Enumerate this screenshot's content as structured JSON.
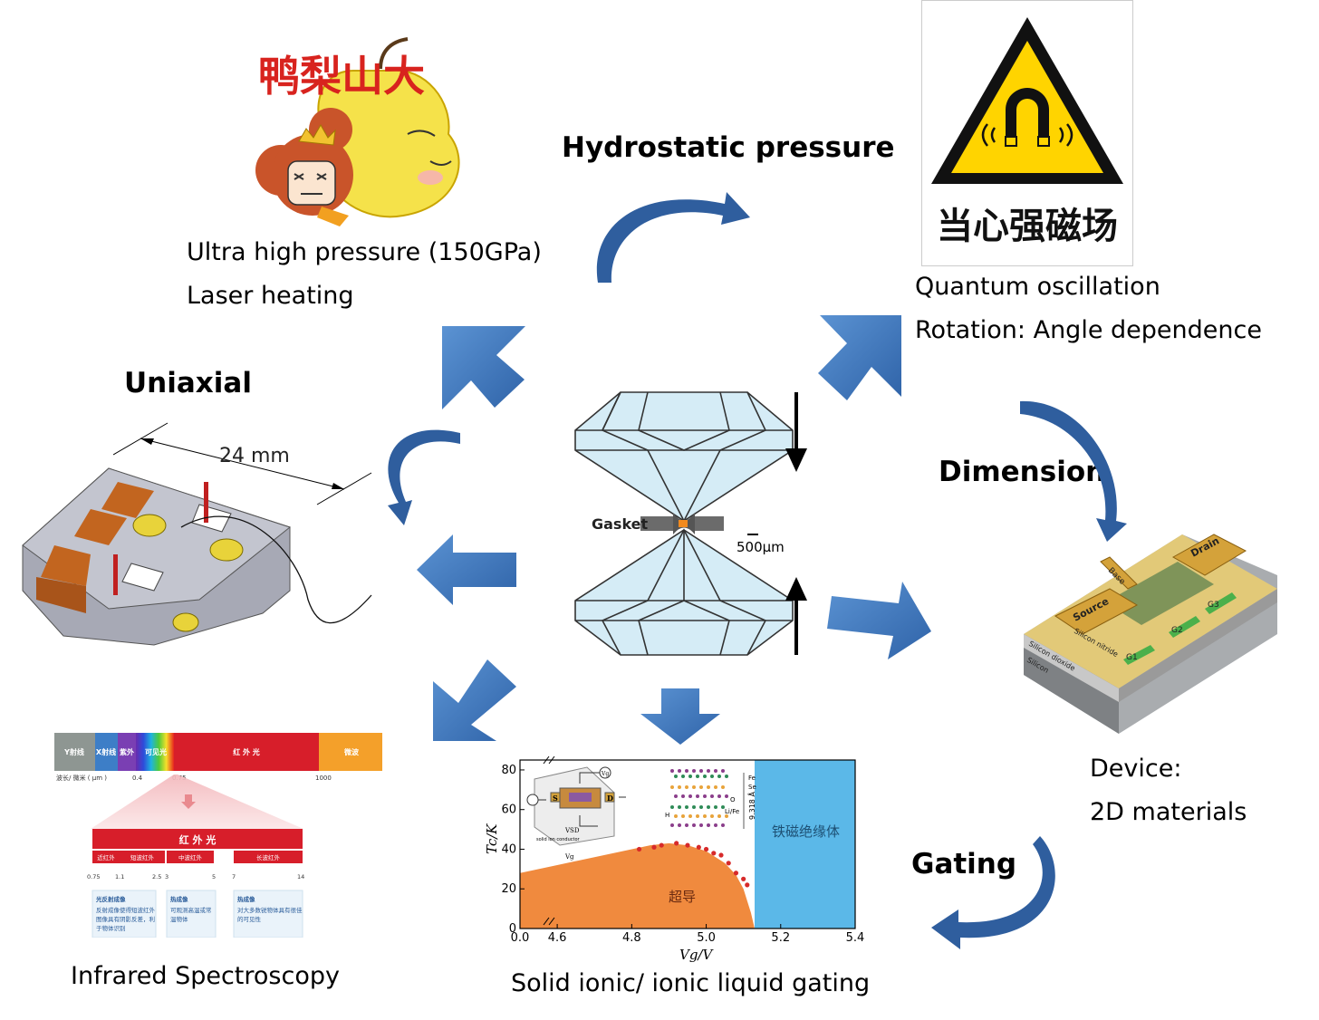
{
  "labels": {
    "hydrostatic": "Hydrostatic pressure",
    "ultra_high": "Ultra high pressure (150GPa)",
    "laser": "Laser heating",
    "quantum": "Quantum oscillation",
    "rotation": "Rotation: Angle dependence",
    "uniaxial": "Uniaxial",
    "dimension": "Dimension",
    "device": "Device:",
    "materials_2d": "2D materials",
    "gating": "Gating",
    "infrared": "Infrared Spectroscopy",
    "solid_ionic": "Solid ionic/ ionic liquid gating"
  },
  "cartoon": {
    "text": "鸭梨山大"
  },
  "warning_sign": {
    "text": "当心强磁场"
  },
  "diamond_anvil": {
    "gasket": "Gasket",
    "scale": "500μm"
  },
  "uniaxial_cell": {
    "dimension": "24 mm"
  },
  "device": {
    "drain": "Drain",
    "source": "Source",
    "base": "Base",
    "g1": "G1",
    "g2": "G2",
    "g3": "G3",
    "si_dioxide": "Silicon dioxide",
    "silicon": "Silicon",
    "si_nitride": "Silicon nitride"
  },
  "spectrum": {
    "bands": [
      "Y射线",
      "X射线",
      "紫外",
      "可见光",
      "红 外 光",
      "微波"
    ],
    "unit": "波长/ 微米 ( μm )",
    "ticks": [
      "0.4",
      "0.75",
      "1000"
    ],
    "ir_title": "红 外 光",
    "ir_bands": [
      "近红外",
      "短波红外",
      "中波红外",
      "长波红外"
    ],
    "ir_ticks": [
      "0.75",
      "1.1",
      "2.5",
      "3",
      "5",
      "7",
      "14"
    ],
    "boxes": [
      {
        "title": "光反射成像",
        "body": [
          "反射成像使得短波红外",
          "图像具有阴影反差，利",
          "于物体识别"
        ]
      },
      {
        "title": "热成像",
        "body": [
          "可观测高温或常",
          "温物体"
        ]
      },
      {
        "title": "热成像",
        "body": [
          "对大多数锐物体具有很佳",
          "的可见性"
        ]
      }
    ]
  },
  "chart_data": {
    "type": "area",
    "xlabel": "Vg/V",
    "ylabel": "Tc/K",
    "x_ticks": [
      "0.0",
      "4.6",
      "4.8",
      "5.0",
      "5.2",
      "5.4"
    ],
    "y_ticks": [
      "0",
      "20",
      "40",
      "60",
      "80"
    ],
    "ylim": [
      0,
      85
    ],
    "xlim_broken": [
      4.5,
      5.4
    ],
    "regions": [
      "超导",
      "铁磁绝缘体"
    ],
    "insulator_start_x": 5.13,
    "series": [
      {
        "x": [
          4.5,
          4.6,
          4.7,
          4.8,
          4.85,
          4.9,
          4.95,
          5.0,
          5.05,
          5.08,
          5.1,
          5.12,
          5.13
        ],
        "y": [
          28,
          32,
          36,
          40,
          42,
          43,
          42,
          39,
          33,
          27,
          20,
          8,
          0
        ]
      }
    ],
    "points": {
      "x": [
        4.82,
        4.86,
        4.88,
        4.92,
        4.95,
        4.98,
        5.0,
        5.02,
        5.04,
        5.06,
        5.08,
        5.1,
        5.11
      ],
      "y": [
        40,
        41,
        42,
        43,
        42,
        41,
        40,
        38,
        37,
        33,
        28,
        25,
        22
      ]
    },
    "inset": {
      "labels": [
        "Vg",
        "VSD",
        "S",
        "D",
        "Vg",
        "solid ion conductor"
      ]
    },
    "crystal": {
      "labels": [
        "Fe",
        "Se",
        "O",
        "H",
        "Li/Fe",
        "9.318 Å"
      ]
    }
  },
  "colors": {
    "arrow_blue": "#3F79BE",
    "sign_yellow": "#FFD400",
    "superconductor": "#F08A3E",
    "insulator": "#5BB8E8",
    "spectrum_red": "#D71E2A"
  }
}
